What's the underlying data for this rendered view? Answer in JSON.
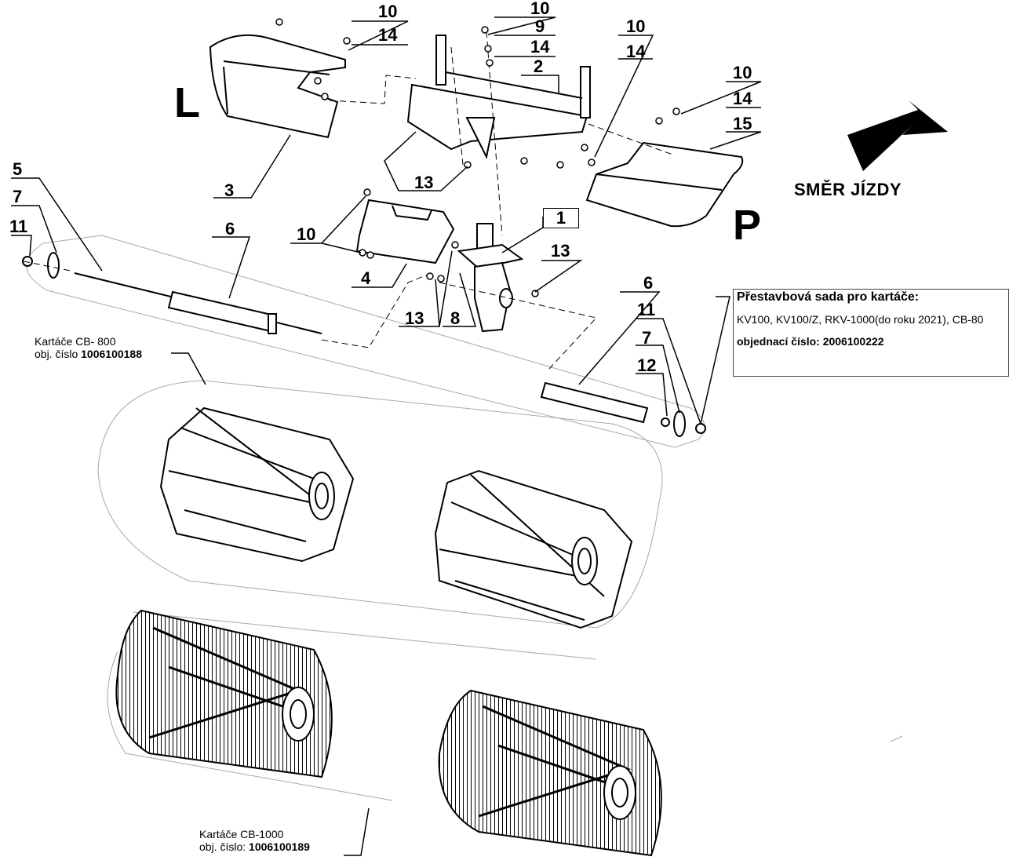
{
  "side_left": "L",
  "side_right": "P",
  "direction": "SMĚR JÍZDY",
  "part_numbers": [
    "10",
    "14",
    "10",
    "9",
    "14",
    "2",
    "10",
    "14",
    "10",
    "14",
    "15",
    "3",
    "13",
    "5",
    "7",
    "11",
    "6",
    "10",
    "1",
    "13",
    "4",
    "13",
    "8",
    "6",
    "11",
    "7",
    "12"
  ],
  "kit": {
    "title": "Přestavbová sada pro kartáče:",
    "models": "KV100, KV100/Z, RKV-1000(do roku 2021), CB-80",
    "order_label": "objednací číslo: 2006100222"
  },
  "brush_800": {
    "name": "Kartáče CB- 800",
    "order_prefix": "obj. číslo ",
    "order_number": "1006100188"
  },
  "brush_1000": {
    "name": "Kartáče CB-1000",
    "order_prefix": "obj. číslo: ",
    "order_number": "1006100189"
  },
  "colors": {
    "line": "#000000",
    "light_line": "#9a9a9a"
  }
}
